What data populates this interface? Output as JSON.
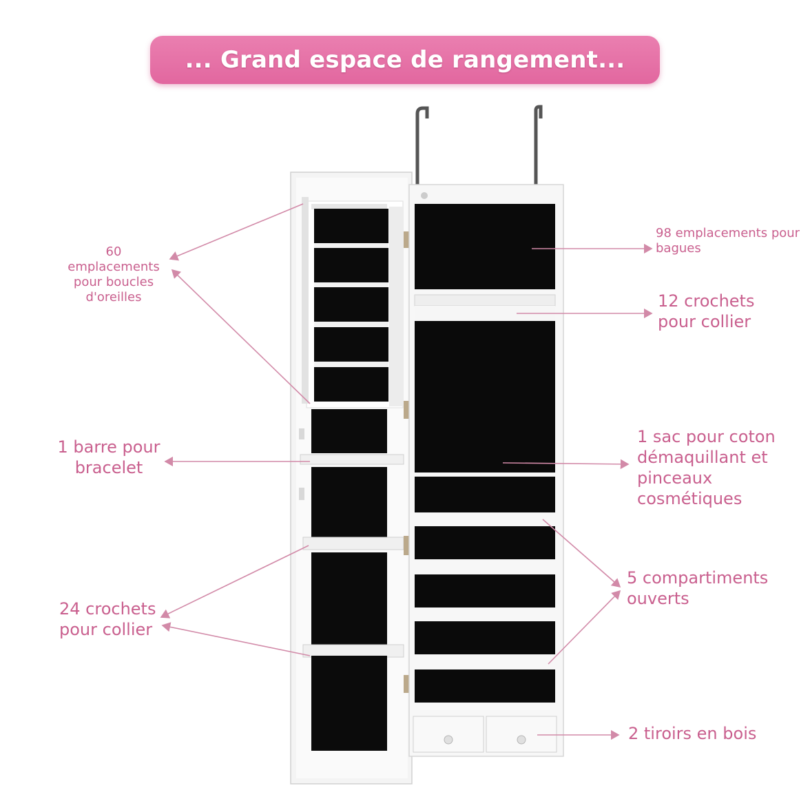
{
  "header": {
    "title": "... Grand espace de rangement..."
  },
  "annotations": {
    "earrings": [
      "60",
      "emplacements",
      "pour boucles",
      "d'oreilles"
    ],
    "bracelet": [
      "1 barre pour",
      "bracelet"
    ],
    "necklace_left": [
      "24 crochets",
      "pour collier"
    ],
    "rings": [
      "98 emplacements pour",
      "bagues"
    ],
    "necklace_right": [
      "12 crochets",
      "pour collier"
    ],
    "cotton_bag": [
      "1 sac pour coton",
      "démaquillant et",
      "pinceaux",
      "cosmétiques"
    ],
    "open_compartments": [
      "5 compartiments",
      "ouverts"
    ],
    "drawers": [
      "2 tiroirs en bois"
    ]
  },
  "colors": {
    "banner": "#e5709f",
    "annotation_text": "#c95f8e",
    "arrow": "#d28aa8",
    "cabinet_white": "#f7f7f7",
    "cabinet_black": "#0a0a0a"
  }
}
